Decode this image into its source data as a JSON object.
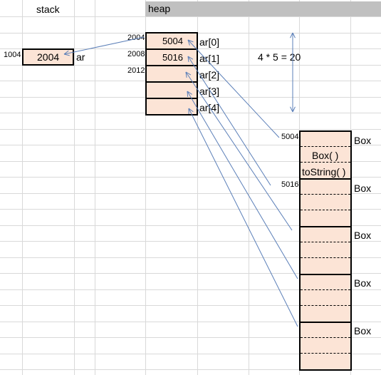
{
  "headers": {
    "stack": "stack",
    "heap": "heap"
  },
  "stack": {
    "address": "1004",
    "value": "2004",
    "var": "ar"
  },
  "heap_array": {
    "addresses": [
      "2004",
      "2008",
      "2012"
    ],
    "values": [
      "5004",
      "5016",
      "",
      "",
      ""
    ],
    "labels": [
      "ar[0]",
      "ar[1]",
      "ar[2]",
      "ar[3]",
      "ar[4]"
    ]
  },
  "size_note": "4 * 5 = 20",
  "objects": {
    "addresses": [
      "5004",
      "5016"
    ],
    "class_label": "Box",
    "count": 5,
    "members": [
      "Box( )",
      "toString( )"
    ]
  },
  "colors": {
    "cell_fill": "#fce4d6",
    "arrow": "#5b7fb8",
    "grid": "#d9d9d9",
    "heap_header": "#c0c0c0"
  }
}
